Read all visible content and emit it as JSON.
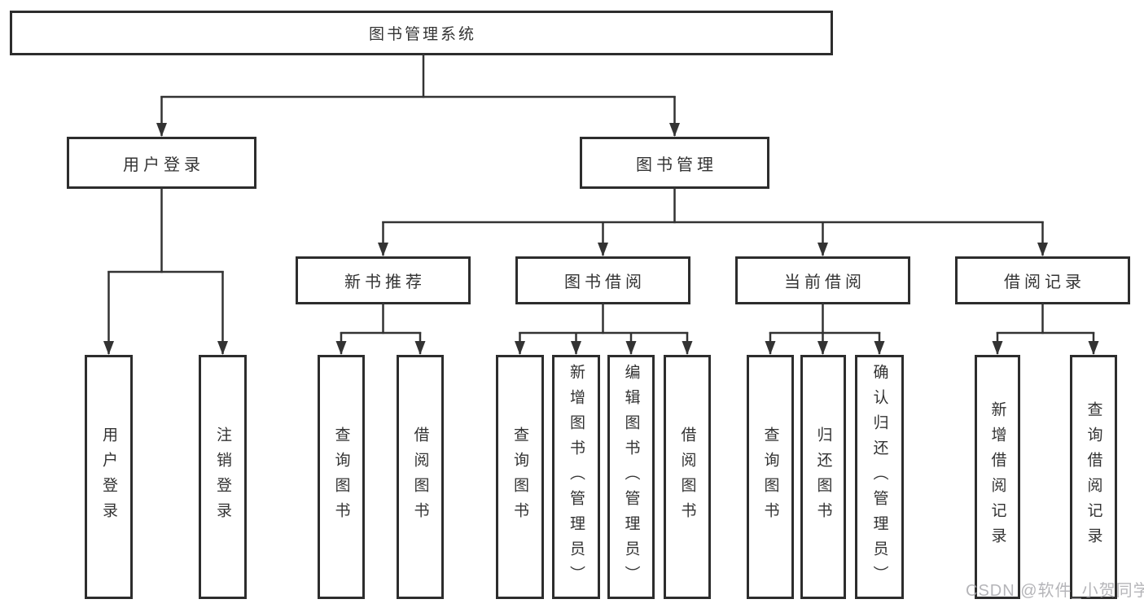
{
  "tree": {
    "root": {
      "label": "图书管理系统"
    },
    "branches": [
      {
        "label": "用户登录",
        "children": [
          {
            "label": "用户登录"
          },
          {
            "label": "注销登录"
          }
        ]
      },
      {
        "label": "图书管理",
        "children": [
          {
            "label": "新书推荐",
            "children": [
              {
                "label": "查询图书"
              },
              {
                "label": "借阅图书"
              }
            ]
          },
          {
            "label": "图书借阅",
            "children": [
              {
                "label": "查询图书"
              },
              {
                "label": "新增图书（管理员）"
              },
              {
                "label": "编辑图书（管理员）"
              },
              {
                "label": "借阅图书"
              }
            ]
          },
          {
            "label": "当前借阅",
            "children": [
              {
                "label": "查询图书"
              },
              {
                "label": "归还图书"
              },
              {
                "label": "确认归还（管理员）"
              }
            ]
          },
          {
            "label": "借阅记录",
            "children": [
              {
                "label": "新增借阅记录"
              },
              {
                "label": "查询借阅记录"
              }
            ]
          }
        ]
      }
    ]
  },
  "watermark": {
    "text": "CSDN @软件_小贺同学"
  },
  "colors": {
    "line": "#333333",
    "box_border": "#2d2d2d",
    "text": "#333333",
    "watermark": "#a9a9ad",
    "background": "#ffffff"
  }
}
